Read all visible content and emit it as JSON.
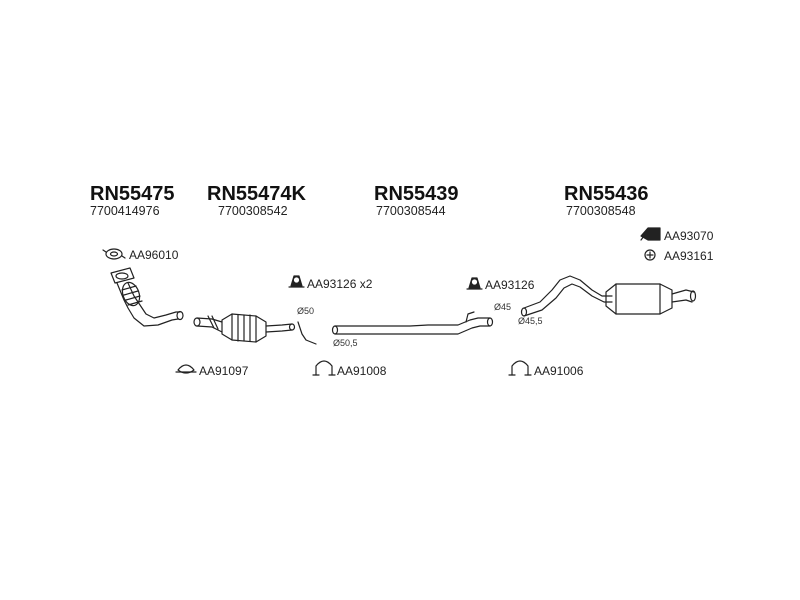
{
  "parts": [
    {
      "part_no": "RN55475",
      "oe_no": "7700414976"
    },
    {
      "part_no": "RN55474K",
      "oe_no": "7700308542"
    },
    {
      "part_no": "RN55439",
      "oe_no": "7700308544"
    },
    {
      "part_no": "RN55436",
      "oe_no": "7700308548"
    }
  ],
  "accessories": {
    "aa96010": "AA96010",
    "aa91097": "AA91097",
    "aa93126_x2": "AA93126 x2",
    "aa91008": "AA91008",
    "aa93126": "AA93126",
    "aa91006": "AA91006",
    "aa93070": "AA93070",
    "aa93161": "AA93161"
  },
  "dimensions": {
    "d50": "Ø50",
    "d50_5": "Ø50,5",
    "d45": "Ø45",
    "d45_5": "Ø45,5"
  }
}
